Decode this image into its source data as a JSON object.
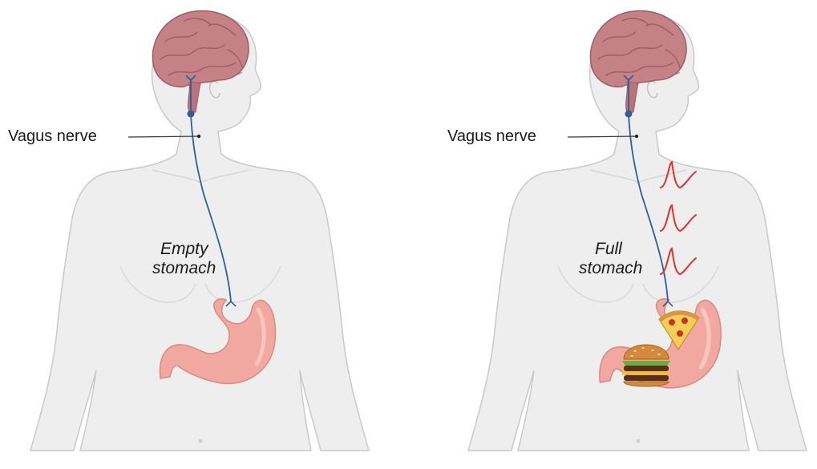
{
  "panels": [
    {
      "id": "empty",
      "nerve_label": "Vagus nerve",
      "stomach_label_line1": "Empty",
      "stomach_label_line2": "stomach",
      "food": [],
      "signals": false
    },
    {
      "id": "full",
      "nerve_label": "Vagus nerve",
      "stomach_label_line1": "Full",
      "stomach_label_line2": "stomach",
      "food": [
        "burger-icon",
        "pizza-slice-icon"
      ],
      "signals": true
    }
  ],
  "colors": {
    "body_fill": "#eeeeee",
    "body_stroke": "#c9c9c9",
    "brain_fill": "#c48186",
    "brain_dark": "#9e5d63",
    "brainstem": "#b9737a",
    "stomach_fill": "#f1a8a0",
    "stomach_inner": "#f6c6bf",
    "nerve": "#2f5f97",
    "signal": "#e0312b",
    "leader_line": "#333333"
  }
}
